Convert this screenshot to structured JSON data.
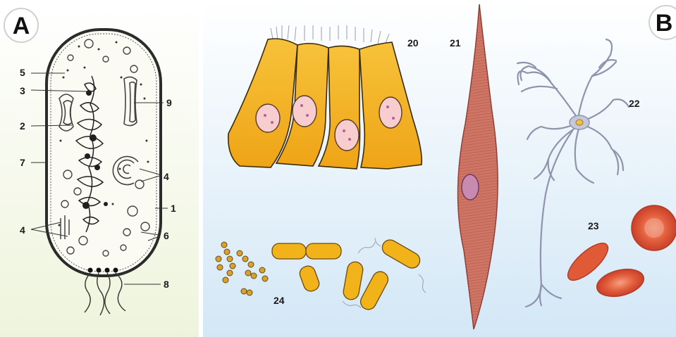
{
  "panels": {
    "a": {
      "letter": "A"
    },
    "b": {
      "letter": "B"
    }
  },
  "labels": {
    "n1": "1",
    "n2": "2",
    "n3": "3",
    "n4a": "4",
    "n4b": "4",
    "n5": "5",
    "n6": "6",
    "n7": "7",
    "n8": "8",
    "n9": "9",
    "n20": "20",
    "n21": "21",
    "n22": "22",
    "n23": "23",
    "n24": "24"
  },
  "colors": {
    "panel_a_bg": "#f2f6e4",
    "panel_b_bg_top": "#ffffff",
    "panel_b_bg_bottom": "#d6e9f7",
    "epithelial": "#f2b31a",
    "nucleus": "#f6cfd2",
    "muscle": "#c96a5c",
    "neuron": "#a8acc2",
    "rbc": "#e2583a",
    "bacteria": "#f2b31a"
  }
}
